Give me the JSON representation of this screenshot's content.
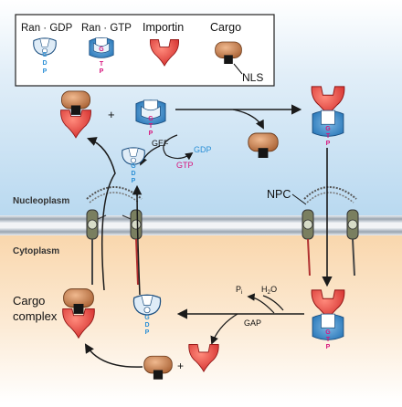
{
  "legend": {
    "ran_gdp": "Ran · GDP",
    "ran_gtp": "Ran · GTP",
    "importin": "Importin",
    "cargo": "Cargo",
    "nls": "NLS",
    "gdp_letters": [
      "G",
      "D",
      "P"
    ],
    "gtp_letters": [
      "G",
      "T",
      "P"
    ]
  },
  "regions": {
    "nucleoplasm": "Nucleoplasm",
    "cytoplasm": "Cytoplasm"
  },
  "labels": {
    "npc": "NPC",
    "cargo_complex_line1": "Cargo",
    "cargo_complex_line2": "complex",
    "plus": "+",
    "gef": "GEF",
    "gef_gdp": "GDP",
    "gef_gtp": "GTP",
    "gap": "GAP",
    "pi_p": "P",
    "pi_i": "i",
    "h2o_h": "H",
    "h2o_2": "2",
    "h2o_o": "O"
  },
  "colors": {
    "ran_blue": "#2f86c9",
    "ran_light": "#dbe9f4",
    "importin_red": "#e23a3a",
    "cargo_brown": "#c47c47",
    "nls_black": "#1a1a1a",
    "gtp_magenta": "#d6147c",
    "gdp_blue": "#2a8fd6",
    "nucleoplasm_bg": "#c9e2f4",
    "cytoplasm_bg": "#fbe4c8",
    "membrane": "#a9b4bf"
  }
}
